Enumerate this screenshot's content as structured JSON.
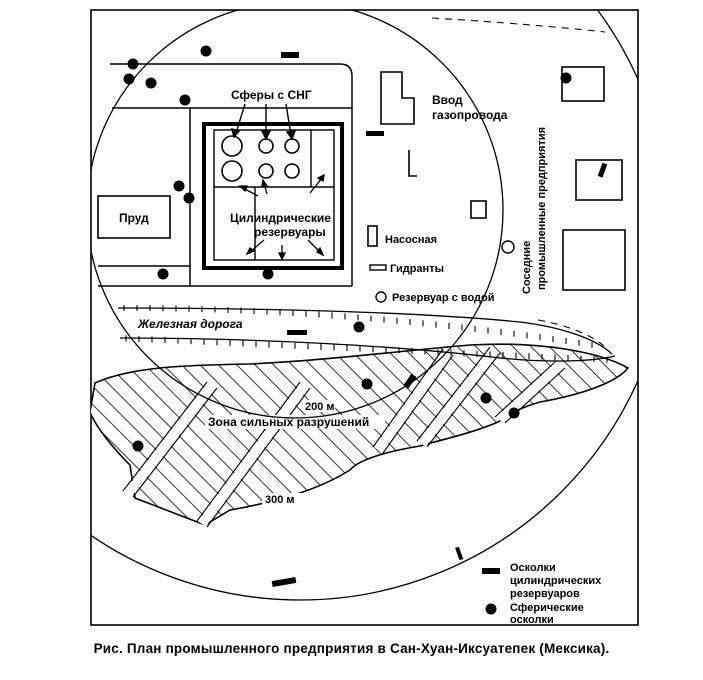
{
  "labels": {
    "lpg_spheres": "Сферы с СНГ",
    "gas_inlet_line1": "Ввод",
    "gas_inlet_line2": "газопровода",
    "pond": "Пруд",
    "cyl_tanks_line1": "Цилиндрические",
    "cyl_tanks_line2": "резервуары",
    "pump_house": "Насосная",
    "hydrants": "Гидранты",
    "water_tank": "Резервуар с водой",
    "neighbors_line1": "Соседние",
    "neighbors_line2": "промышленные предприятия",
    "railway": "Железная дорога",
    "zone_200": "200 м",
    "heavy_damage_zone": "Зона сильных разрушений",
    "zone_300": "300 м"
  },
  "legend": {
    "cyl_fragments_line1": "Осколки",
    "cyl_fragments_line2": "цилиндрических",
    "cyl_fragments_line3": "резервуаров",
    "sph_fragments_line1": "Сферические",
    "sph_fragments_line2": "осколки"
  },
  "caption": "Рис. План промышленного предприятия в Сан-Хуан-Иксуатепек (Мексика)."
}
